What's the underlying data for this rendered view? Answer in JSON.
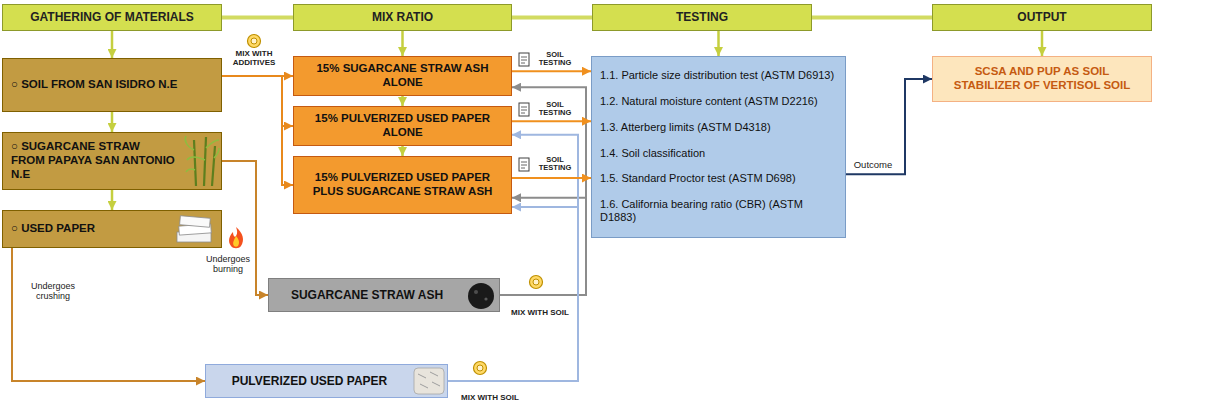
{
  "diagram": {
    "nodes": [
      {
        "text": [
          "GATHERING OF MATERIALS"
        ]
      },
      {
        "text": [
          "MIX RATIO"
        ]
      },
      {
        "text": [
          "TESTING"
        ]
      },
      {
        "text": [
          "OUTPUT"
        ]
      },
      {
        "text": [
          "○ SOIL FROM SAN ISIDRO N.E"
        ]
      },
      {
        "text": [
          "○ SUGARCANE STRAW FROM PAPAYA SAN ANTONIO N.E"
        ]
      },
      {
        "text": [
          "○ USED PAPER"
        ]
      },
      {
        "text": [
          "15% SUGARCANE STRAW ASH ALONE"
        ]
      },
      {
        "text": [
          "15% PULVERIZED USED PAPER ALONE"
        ]
      },
      {
        "text": [
          "15% PULVERIZED USED PAPER PLUS SUGARCANE STRAW ASH"
        ]
      },
      {
        "text": [
          "SUGARCANE STRAW ASH"
        ]
      },
      {
        "text": [
          "PULVERIZED USED PAPER"
        ]
      },
      {
        "text": [
          "1.1. Particle size distribution test (ASTM D6913)",
          "1.2. Natural moisture content (ASTM D2216)",
          "1.3. Atterberg limits (ASTM D4318)",
          "1.4. Soil classification",
          "1.5. Standard Proctor test (ASTM D698)",
          "1.6. California bearing ratio (CBR) (ASTM D1883)"
        ]
      },
      {
        "text": [
          "SCSA AND PUP AS SOIL STABILIZER OF VERTISOL SOIL"
        ]
      }
    ],
    "edges": [
      {
        "from": 0,
        "to": 1,
        "arrow": "none"
      },
      {
        "from": 1,
        "to": 2,
        "arrow": "none"
      },
      {
        "from": 2,
        "to": 3,
        "arrow": "none"
      },
      {
        "from": 0,
        "to": 4,
        "arrow": "to"
      },
      {
        "from": 4,
        "to": 5,
        "arrow": "to"
      },
      {
        "from": 5,
        "to": 6,
        "arrow": "to"
      },
      {
        "from": 1,
        "to": 7,
        "arrow": "to"
      },
      {
        "from": 7,
        "to": 8,
        "arrow": "to"
      },
      {
        "from": 8,
        "to": 9,
        "arrow": "to"
      },
      {
        "from": 2,
        "to": 12,
        "arrow": "to"
      },
      {
        "from": 3,
        "to": 13,
        "arrow": "to"
      },
      {
        "from": 4,
        "to": 7,
        "arrow": "to"
      },
      {
        "from": 4,
        "to": 8,
        "arrow": "to"
      },
      {
        "from": 4,
        "to": 9,
        "arrow": "to"
      },
      {
        "from": 5,
        "to": 10,
        "arrow": "to"
      },
      {
        "from": 6,
        "to": 11,
        "arrow": "to"
      },
      {
        "from": 10,
        "to": 7,
        "arrow": "to"
      },
      {
        "from": 10,
        "to": 9,
        "arrow": "to"
      },
      {
        "from": 11,
        "to": 8,
        "arrow": "to"
      },
      {
        "from": 11,
        "to": 9,
        "arrow": "to"
      },
      {
        "from": 7,
        "to": 12,
        "arrow": "to"
      },
      {
        "from": 8,
        "to": 12,
        "arrow": "to"
      },
      {
        "from": 9,
        "to": 12,
        "arrow": "to"
      },
      {
        "from": 12,
        "to": 13,
        "arrow": "to"
      }
    ],
    "labels": [
      "MIX WITH ADDITIVES",
      "SOIL TESTING",
      "SOIL TESTING",
      "SOIL TESTING",
      "Undergoes burning",
      "Undergoes crushing",
      "MIX WITH SOIL",
      "MIX WITH SOIL",
      "Outcome"
    ]
  }
}
